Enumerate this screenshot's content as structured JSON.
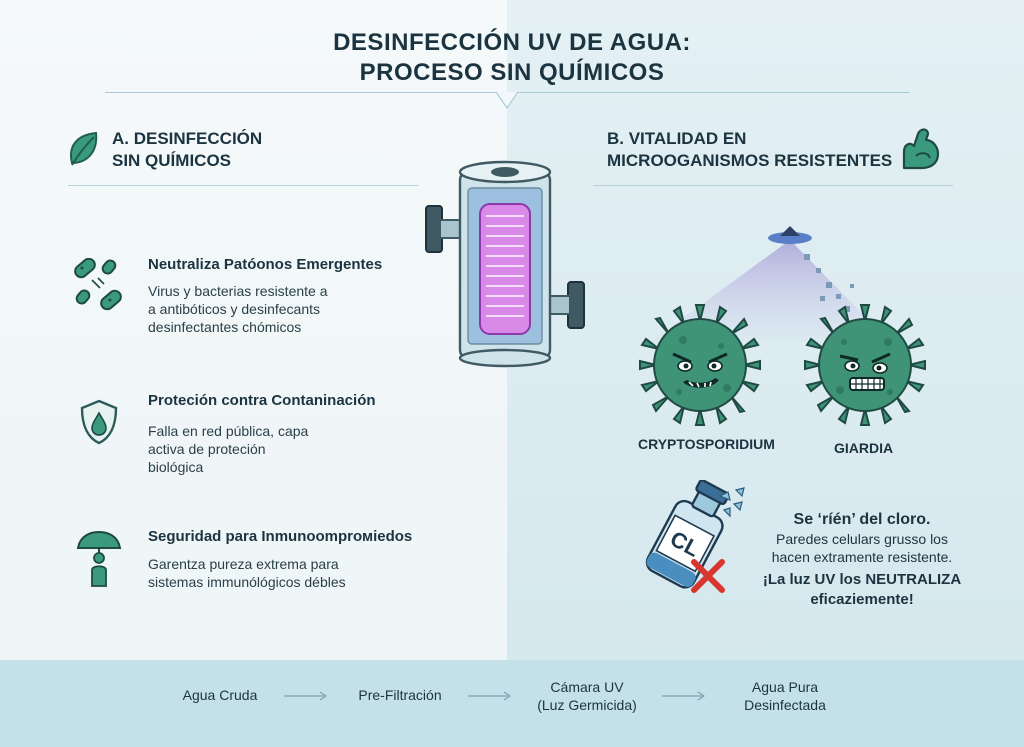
{
  "title": {
    "line1": "DESINFECCIÓN UV DE AGUA:",
    "line2": "PROCESO SIN QUÍMICOS"
  },
  "left": {
    "heading_line1": "A. DESINFECCIÓN",
    "heading_line2": "SIN QUÍMICOS",
    "features": [
      {
        "title": "Neutraliza Patóonos Emergentes",
        "lines": [
          "Virus y bacterias resistente a",
          "a antibóticos y desinfecants",
          "desinfectantes chómicos"
        ]
      },
      {
        "title": "Proteción contra Contaninación",
        "lines": [
          "Falla en red pública, capa",
          "activa de proteción",
          "biológica"
        ]
      },
      {
        "title": "Seguridad para Inmunoomprомiedos",
        "lines": [
          "Garentza pureza extrema para",
          "sistemas immunólógicos débles"
        ]
      }
    ]
  },
  "right": {
    "heading_line1": "B. VITALIDAD EN",
    "heading_line2": "MICROOGANISMOS RESISTENTES",
    "organisms": [
      "CRYPTOSPORIDIUM",
      "GIARDIA"
    ],
    "bottle_label": "CL",
    "chlorine_title": "Se ‘ríén’ del cloro.",
    "chlorine_lines": [
      "Paredes celulars grusso los",
      "hacen extramente resistente."
    ],
    "uv_line1": "¡La luz UV los NEUTRALIZA",
    "uv_line2": "eficaziemente!"
  },
  "flow": {
    "steps": [
      {
        "line1": "Agua Cruda",
        "line2": ""
      },
      {
        "line1": "Pre-Filtración",
        "line2": ""
      },
      {
        "line1": "Cámara UV",
        "line2": "(Luz Germicida)"
      },
      {
        "line1": "Agua Pura",
        "line2": "Desinfectada"
      }
    ]
  },
  "colors": {
    "accent_green": "#2e8b75",
    "uv_purple": "#b35bd6",
    "microbe_green": "#3f9478",
    "cross_red": "#d7372f",
    "flow_band": "#c4e1ea"
  },
  "icons": [
    "leaf-icon",
    "flexed-arm-icon",
    "bacteria-icon",
    "shield-drop-icon",
    "umbrella-person-icon",
    "uv-lamp-icon",
    "chlorine-bottle-icon",
    "cross-icon"
  ]
}
